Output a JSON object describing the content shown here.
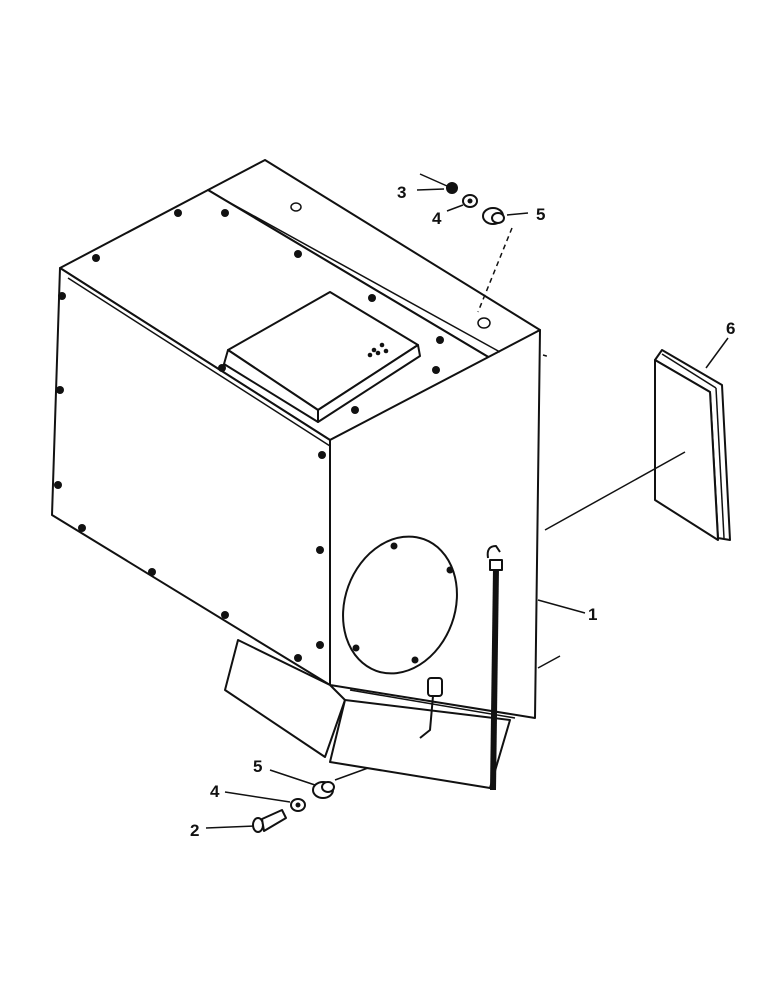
{
  "colors": {
    "ink": "#111111",
    "paper": "#ffffff"
  },
  "callouts": {
    "housing": "1",
    "bolt": "2",
    "nut": "3",
    "washer_top": "4",
    "washer_bottom": "4",
    "isolator_top": "5",
    "isolator_bottom": "5",
    "filter": "6"
  }
}
